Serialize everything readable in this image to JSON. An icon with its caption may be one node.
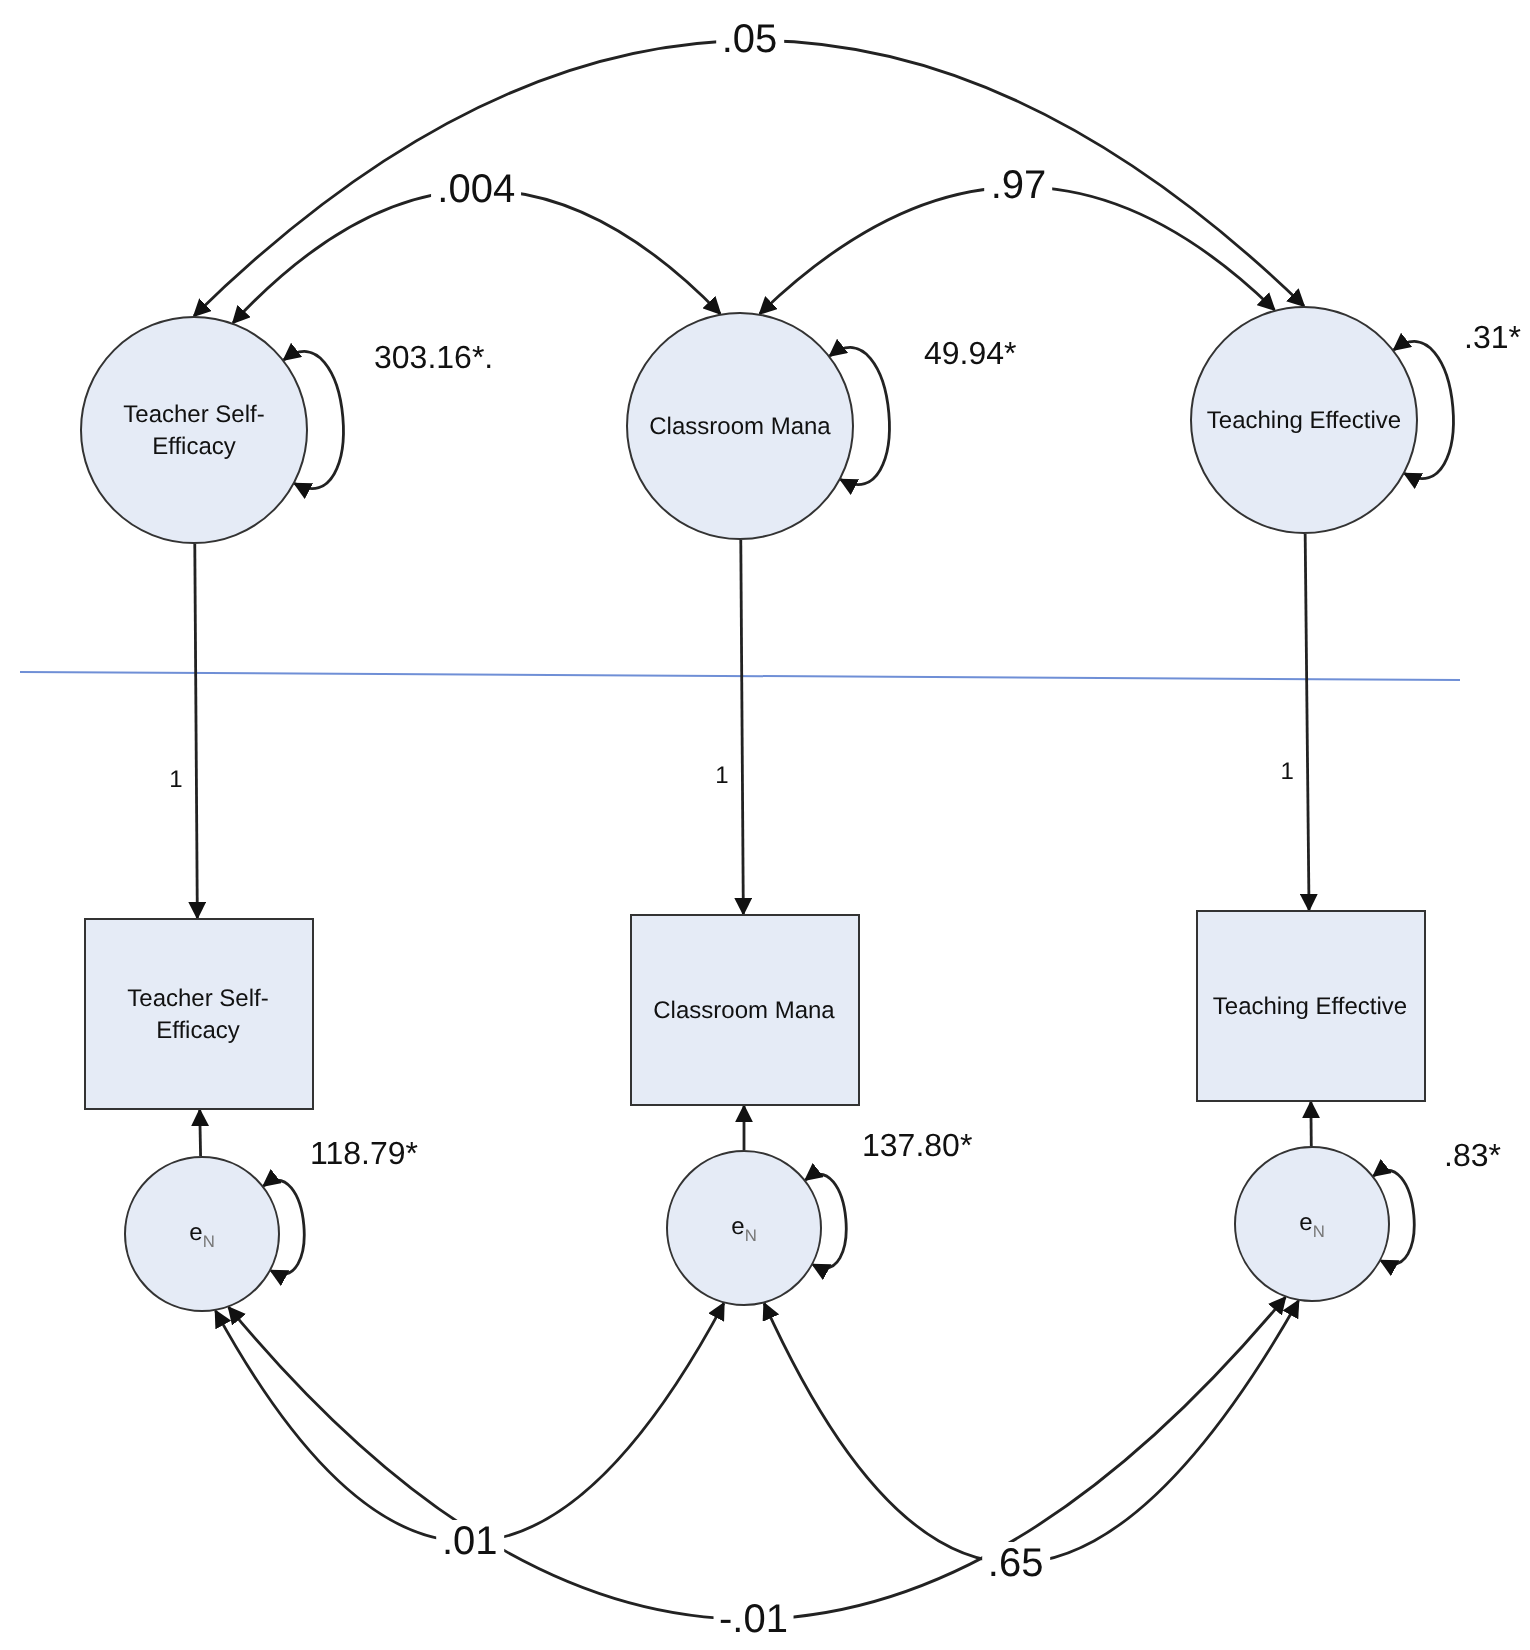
{
  "diagram": {
    "nodes": [
      {
        "text": [
          "Teacher Self-Efficacy"
        ]
      },
      {
        "text": [
          "Classroom Mana"
        ]
      },
      {
        "text": [
          "Teaching Effective"
        ]
      },
      {
        "text": [
          "Teacher Self-Efficacy"
        ]
      },
      {
        "text": [
          "Classroom Mana"
        ]
      },
      {
        "text": [
          "Teaching Effective"
        ]
      },
      {
        "text": [
          "e$_{N}$"
        ]
      },
      {
        "text": [
          "e$_{N}$"
        ]
      },
      {
        "text": [
          "e$_{N}$"
        ]
      }
    ],
    "edges": [
      {
        "from": 0,
        "to": 1,
        "arrow": "both",
        "label": ".004"
      },
      {
        "from": 1,
        "to": 2,
        "arrow": "both",
        "label": ".97"
      },
      {
        "from": 0,
        "to": 2,
        "arrow": "both",
        "label": ".05"
      },
      {
        "from": 0,
        "to": 0,
        "arrow": "both",
        "label": "303.16*."
      },
      {
        "from": 1,
        "to": 1,
        "arrow": "both",
        "label": "49.94*"
      },
      {
        "from": 2,
        "to": 2,
        "arrow": "both",
        "label": ".31*"
      },
      {
        "from": 0,
        "to": 3,
        "arrow": "to",
        "label": "1"
      },
      {
        "from": 1,
        "to": 4,
        "arrow": "to",
        "label": "1"
      },
      {
        "from": 2,
        "to": 5,
        "arrow": "to",
        "label": "1"
      },
      {
        "from": 6,
        "to": 3,
        "arrow": "to"
      },
      {
        "from": 7,
        "to": 4,
        "arrow": "to"
      },
      {
        "from": 8,
        "to": 5,
        "arrow": "to"
      },
      {
        "from": 6,
        "to": 6,
        "arrow": "both",
        "label": "118.79*"
      },
      {
        "from": 7,
        "to": 7,
        "arrow": "both",
        "label": "137.80*"
      },
      {
        "from": 8,
        "to": 8,
        "arrow": "both",
        "label": ".83*"
      },
      {
        "from": 6,
        "to": 7,
        "arrow": "both",
        "label": ".01"
      },
      {
        "from": 7,
        "to": 8,
        "arrow": "both",
        "label": ".65"
      },
      {
        "from": 6,
        "to": 8,
        "arrow": "both",
        "label": "-.01"
      }
    ]
  }
}
